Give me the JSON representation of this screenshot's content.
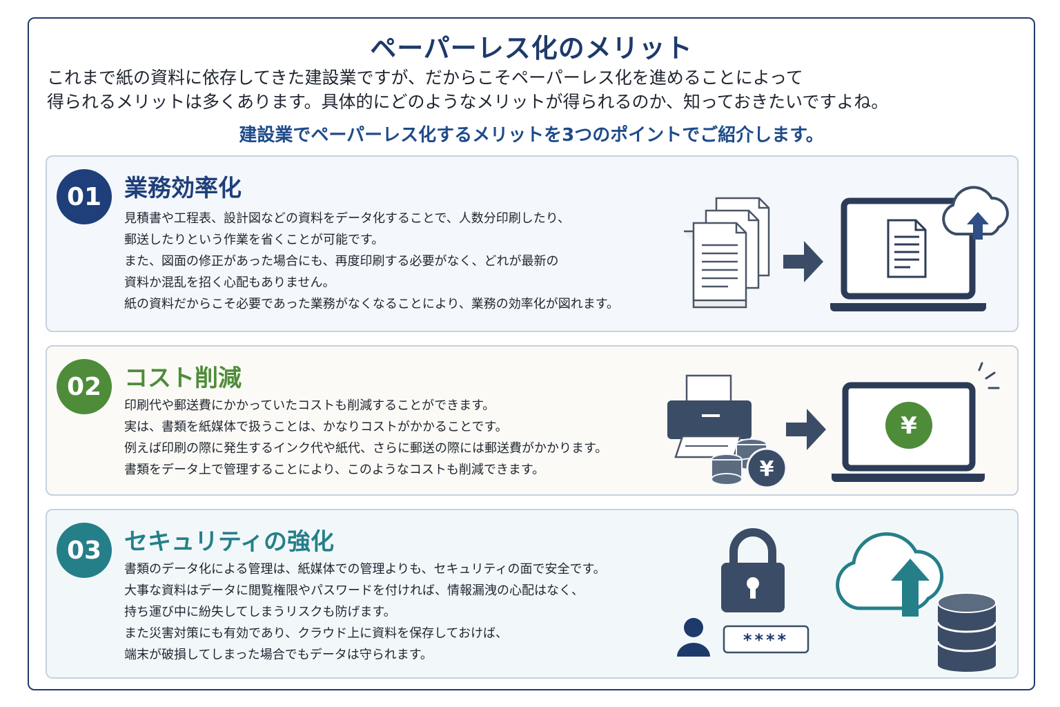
{
  "title": "ペーパーレス化のメリット",
  "intro": [
    "これまで紙の資料に依存してきた建設業ですが、だからこそペーパーレス化を進めることによって",
    "得られるメリットは多くあります。具体的にどのようなメリットが得られるのか、知っておきたいですよね。"
  ],
  "subtitle": "建設業でペーパーレス化するメリットを3つのポイントでご紹介します。",
  "points": [
    {
      "number": "01",
      "heading": "業務効率化",
      "lines": [
        "見積書や工程表、設計図などの資料をデータ化することで、人数分印刷したり、",
        "郵送したりという作業を省くことが可能です。",
        "また、図面の修正があった場合にも、再度印刷する必要がなく、どれが最新の",
        "資料か混乱を招く心配もありません。",
        "紙の資料だからこそ必要であった業務がなくなることにより、業務の効率化が図れます。"
      ]
    },
    {
      "number": "02",
      "heading": "コスト削減",
      "lines": [
        "印刷代や郵送費にかかっていたコストも削減することができます。",
        "実は、書類を紙媒体で扱うことは、かなりコストがかかることです。",
        "例えば印刷の際に発生するインク代や紙代、さらに郵送の際には郵送費がかかります。",
        "書類をデータ上で管理することにより、このようなコストも削減できます。"
      ]
    },
    {
      "number": "03",
      "heading": "セキュリティの強化",
      "lines": [
        "書類のデータ化による管理は、紙媒体での管理よりも、セキュリティの面で安全です。",
        "大事な資料はデータに閲覧権限やパスワードを付ければ、情報漏洩の心配はなく、",
        "持ち運び中に紛失してしまうリスクも防げます。",
        "また災害対策にも有効であり、クラウド上に資料を保存しておけば、",
        "端末が破損してしまった場合でもデータは守られます。"
      ]
    }
  ],
  "icon_labels": {
    "yen": "¥",
    "password": "****"
  },
  "colors": {
    "navy": "#1e3a6b",
    "green": "#4e8c3a",
    "teal": "#257f89",
    "slate": "#3b4c66"
  }
}
